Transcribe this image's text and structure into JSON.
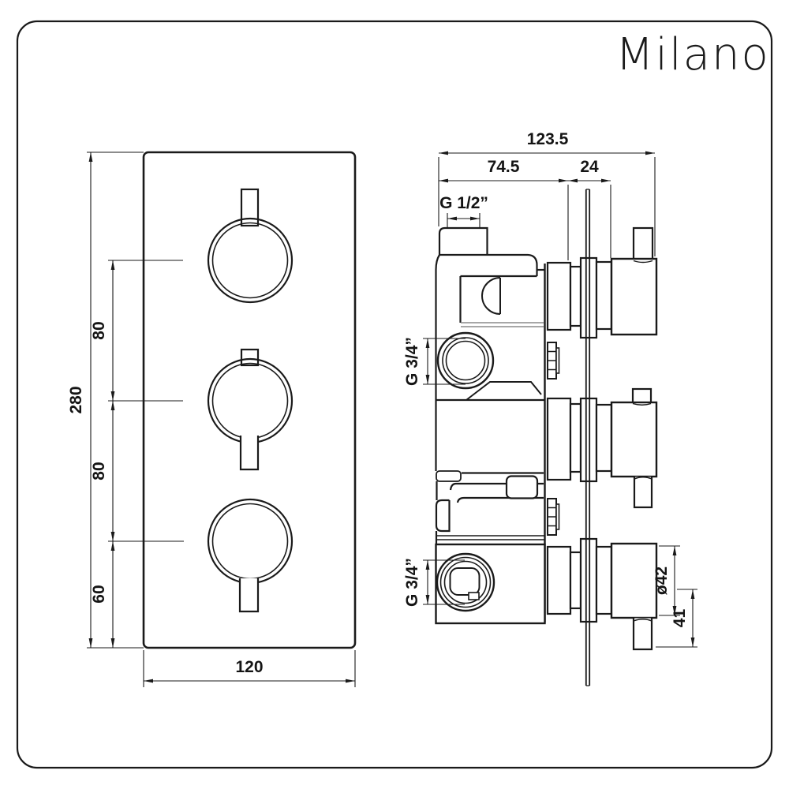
{
  "colors": {
    "line": "#1a1a1a",
    "background": "#ffffff"
  },
  "brand": {
    "logo": "Milano"
  },
  "front_view": {
    "dimensions": {
      "overall_height": "280",
      "segment_top": "80",
      "segment_middle": "80",
      "segment_bottom": "60",
      "plate_width": "120"
    }
  },
  "side_view": {
    "dimensions": {
      "overall_depth": "123.5",
      "body_depth": "74.5",
      "plate_to_handle": "24",
      "top_inlet_thread": "G 1/2”",
      "upper_port_thread": "G 3/4”",
      "lower_port_thread": "G 3/4”",
      "handle_diameter": "ø42",
      "handle_projection": "41"
    }
  }
}
